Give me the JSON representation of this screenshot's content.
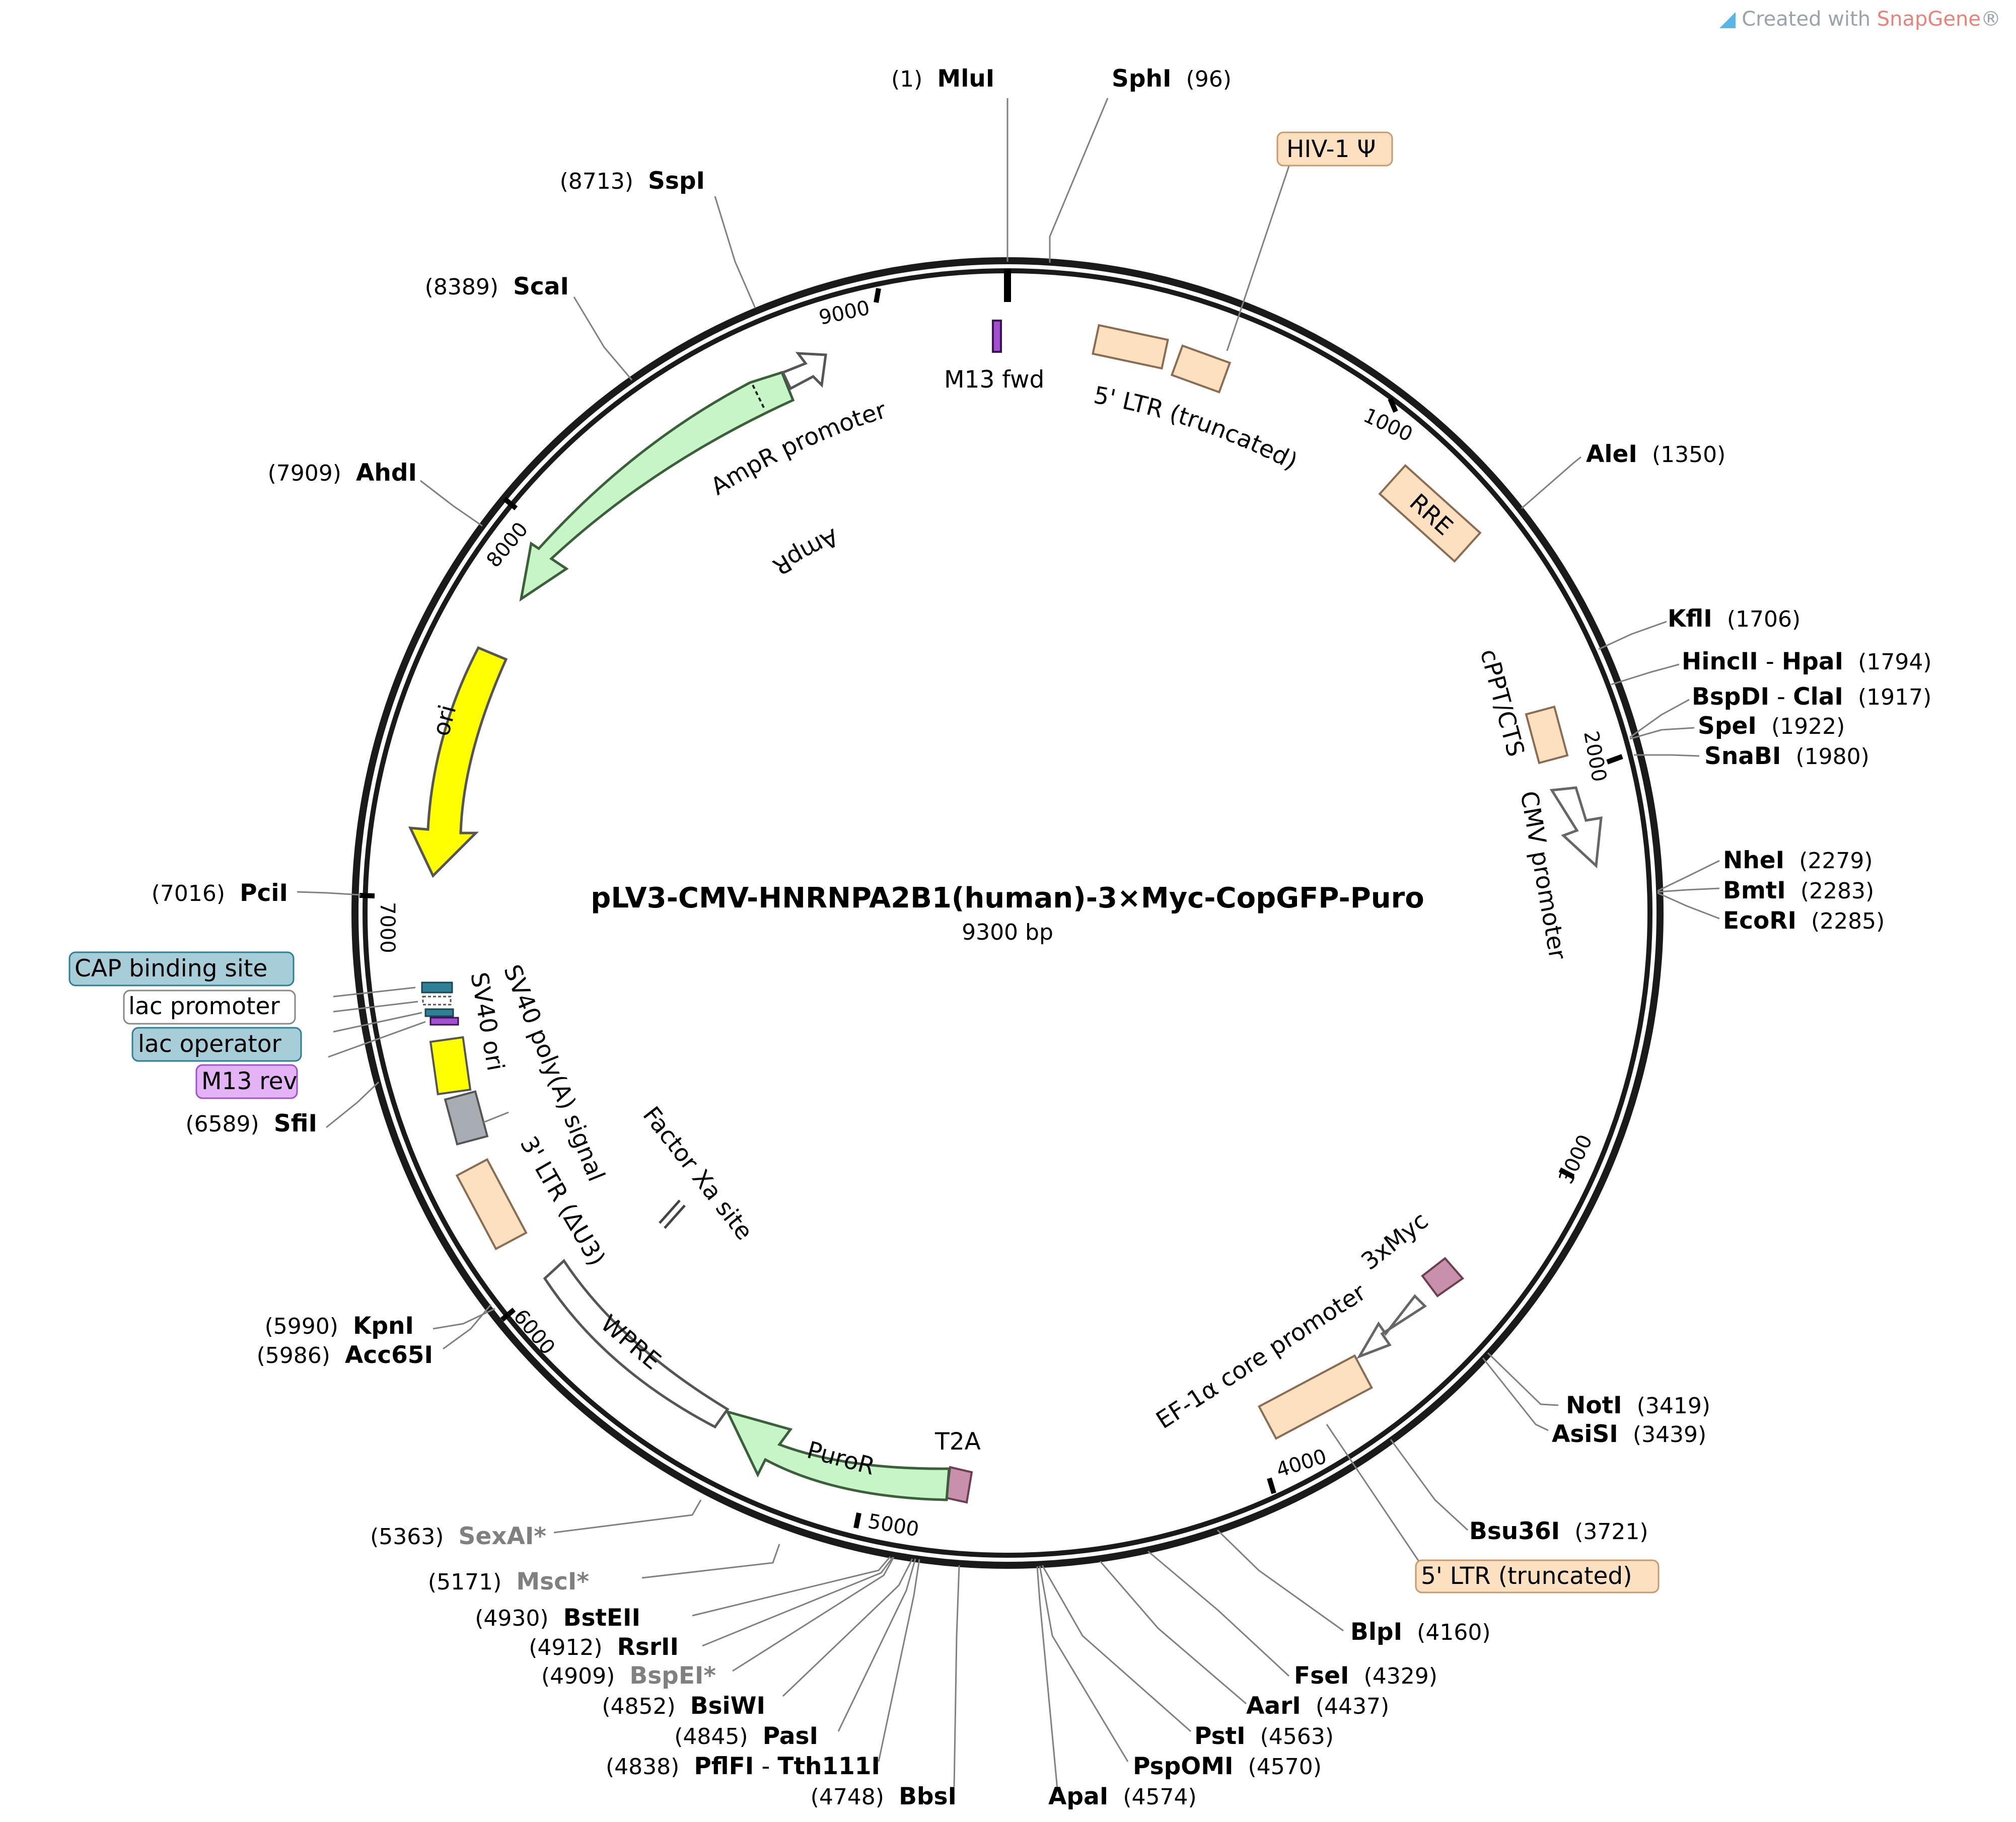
{
  "watermark": {
    "prefix": "Created with ",
    "brand": "SnapGene",
    "suffix": "®"
  },
  "plasmid": {
    "name": "pLV3-CMV-HNRNPA2B1(human)-3×Myc-CopGFP-Puro",
    "size": "9300 bp"
  },
  "ticks": [
    "1000",
    "2000",
    "3000",
    "4000",
    "5000",
    "6000",
    "7000",
    "8000",
    "9000"
  ],
  "sites": [
    {
      "name": "MluI",
      "pos": "(1)"
    },
    {
      "name": "SphI",
      "pos": "(96)"
    },
    {
      "name": "AleI",
      "pos": "(1350)"
    },
    {
      "name": "KflI",
      "pos": "(1706)"
    },
    {
      "name": "HincII",
      "name2": "HpaI",
      "pos": "(1794)"
    },
    {
      "name": "BspDI",
      "name2": "ClaI",
      "pos": "(1917)"
    },
    {
      "name": "SpeI",
      "pos": "(1922)"
    },
    {
      "name": "SnaBI",
      "pos": "(1980)"
    },
    {
      "name": "NheI",
      "pos": "(2279)"
    },
    {
      "name": "BmtI",
      "pos": "(2283)"
    },
    {
      "name": "EcoRI",
      "pos": "(2285)"
    },
    {
      "name": "NotI",
      "pos": "(3419)"
    },
    {
      "name": "AsiSI",
      "pos": "(3439)"
    },
    {
      "name": "Bsu36I",
      "pos": "(3721)"
    },
    {
      "name": "BlpI",
      "pos": "(4160)"
    },
    {
      "name": "FseI",
      "pos": "(4329)"
    },
    {
      "name": "AarI",
      "pos": "(4437)"
    },
    {
      "name": "PstI",
      "pos": "(4563)"
    },
    {
      "name": "PspOMI",
      "pos": "(4570)"
    },
    {
      "name": "ApaI",
      "pos": "(4574)"
    },
    {
      "name": "BbsI",
      "pos": "(4748)"
    },
    {
      "name": "PflFI",
      "name2": "Tth111I",
      "pos": "(4838)"
    },
    {
      "name": "PasI",
      "pos": "(4845)"
    },
    {
      "name": "BsiWI",
      "pos": "(4852)"
    },
    {
      "name": "BspEI*",
      "pos": "(4909)"
    },
    {
      "name": "RsrII",
      "pos": "(4912)"
    },
    {
      "name": "BstEII",
      "pos": "(4930)"
    },
    {
      "name": "MscI*",
      "pos": "(5171)"
    },
    {
      "name": "SexAI*",
      "pos": "(5363)"
    },
    {
      "name": "Acc65I",
      "pos": "(5986)"
    },
    {
      "name": "KpnI",
      "pos": "(5990)"
    },
    {
      "name": "SfiI",
      "pos": "(6589)"
    },
    {
      "name": "PciI",
      "pos": "(7016)"
    },
    {
      "name": "AhdI",
      "pos": "(7909)"
    },
    {
      "name": "ScaI",
      "pos": "(8389)"
    },
    {
      "name": "SspI",
      "pos": "(8713)"
    }
  ],
  "features": {
    "m13fwd": "M13 fwd",
    "hiv_psi": "HIV-1 Ψ",
    "ltr5_trunc": "5' LTR (truncated)",
    "rre": "RRE",
    "cppt": "cPPT/CTS",
    "cmv": "CMV promoter",
    "myc": "3xMyc",
    "ef1a": "EF-1α core promoter",
    "ltr5_trunc_2": "5' LTR (truncated)",
    "t2a": "T2A",
    "puror": "PuroR",
    "wpre": "WPRE",
    "ltr3": "3' LTR (ΔU3)",
    "factor_xa": "Factor Xa site",
    "sv40_polya": "SV40 poly(A) signal",
    "sv40_ori": "SV40 ori",
    "cap": "CAP binding site",
    "lac_promoter": "lac promoter",
    "lac_operator": "lac operator",
    "m13rev": "M13 rev",
    "ori": "ori",
    "ampr": "AmpR",
    "ampr_promoter": "AmpR promoter"
  },
  "colors": {
    "backbone": "#1a1a1a",
    "ltr": "#fce0c0",
    "ltr_stroke": "#b5855c",
    "resistance": "#c8f5c8",
    "ori": "#ffff00",
    "tag": "#c890aa",
    "sv40ori": "#a8adb3",
    "cap_fill": "#a6cdd8",
    "cap_bar": "#2f7f97",
    "m13": "#a34fd1",
    "m13_label": "#e3b3f5",
    "leader": "#808080"
  }
}
